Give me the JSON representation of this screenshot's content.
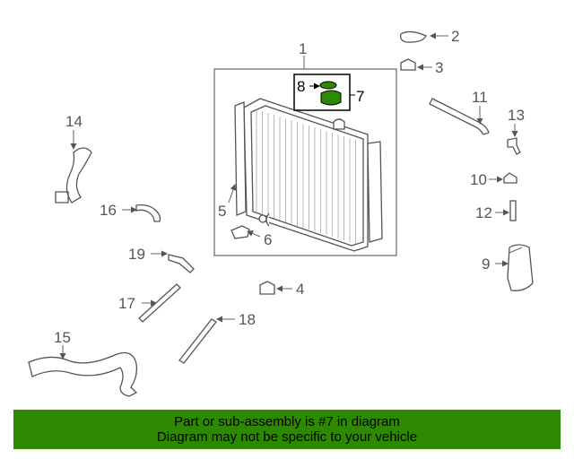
{
  "callouts": {
    "p1": "1",
    "p2": "2",
    "p3": "3",
    "p4": "4",
    "p5": "5",
    "p6": "6",
    "p7": "7",
    "p8": "8",
    "p9": "9",
    "p10": "10",
    "p11": "11",
    "p12": "12",
    "p13": "13",
    "p14": "14",
    "p15": "15",
    "p16": "16",
    "p17": "17",
    "p18": "18",
    "p19": "19"
  },
  "footer": {
    "line1": "Part or sub-assembly is #7 in diagram",
    "line2": "Diagram may not be specific to your vehicle"
  },
  "colors": {
    "footer_bg": "#2d8a00",
    "highlight_fill": "#2d8a00",
    "line": "#555555"
  }
}
